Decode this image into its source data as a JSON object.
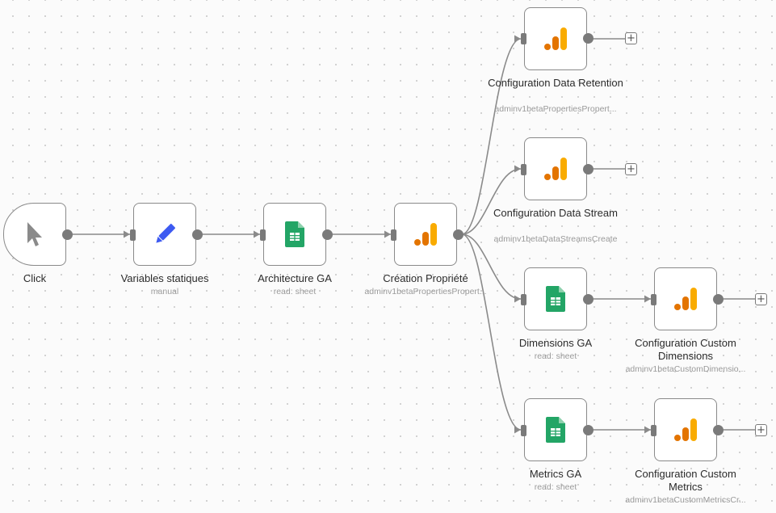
{
  "workflow": {
    "nodes": [
      {
        "id": "click",
        "label": "Click",
        "subtitle": "",
        "icon": "cursor-icon"
      },
      {
        "id": "variables",
        "label": "Variables statiques",
        "subtitle": "manual",
        "icon": "pencil-icon"
      },
      {
        "id": "architecture",
        "label": "Architecture GA",
        "subtitle": "read: sheet",
        "icon": "sheets-icon"
      },
      {
        "id": "creation",
        "label": "Création Propriété",
        "subtitle": "adminv1betaPropertiesPropert...",
        "icon": "analytics-icon"
      },
      {
        "id": "retention",
        "label": "Configuration Data Retention",
        "subtitle": "adminv1betaPropertiesPropert...",
        "icon": "analytics-icon"
      },
      {
        "id": "stream",
        "label": "Configuration Data Stream",
        "subtitle": "adminv1betaDataStreamsCreate",
        "icon": "analytics-icon"
      },
      {
        "id": "dimensions",
        "label": "Dimensions GA",
        "subtitle": "read: sheet",
        "icon": "sheets-icon"
      },
      {
        "id": "custom-dimensions",
        "label": "Configuration Custom Dimensions",
        "subtitle": "adminv1betaCustomDimensio...",
        "icon": "analytics-icon"
      },
      {
        "id": "metrics",
        "label": "Metrics GA",
        "subtitle": "read: sheet",
        "icon": "sheets-icon"
      },
      {
        "id": "custom-metrics",
        "label": "Configuration Custom Metrics",
        "subtitle": "adminv1betaCustomMetricsCr...",
        "icon": "analytics-icon"
      }
    ],
    "connections": [
      [
        "click",
        "variables"
      ],
      [
        "variables",
        "architecture"
      ],
      [
        "architecture",
        "creation"
      ],
      [
        "creation",
        "retention"
      ],
      [
        "creation",
        "stream"
      ],
      [
        "creation",
        "dimensions"
      ],
      [
        "creation",
        "metrics"
      ],
      [
        "dimensions",
        "custom-dimensions"
      ],
      [
        "metrics",
        "custom-metrics"
      ]
    ],
    "add_button_symbol": "+",
    "colors": {
      "sheets_green": "#23a566",
      "analytics_orange_light": "#f9ab00",
      "analytics_orange_dark": "#e37400",
      "pencil_blue": "#3d5af1",
      "cursor_gray": "#8a8a8a",
      "edge_gray": "#8a8a8a"
    }
  }
}
